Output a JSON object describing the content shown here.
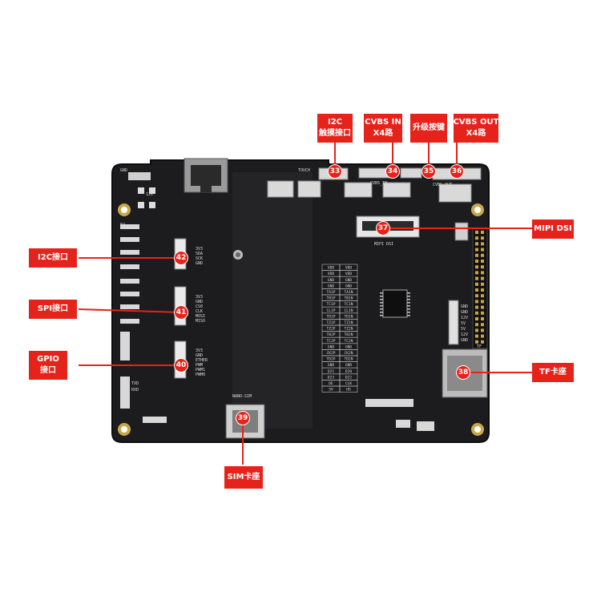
{
  "labels": {
    "i2c_touch": [
      "I2C",
      "触摸接口"
    ],
    "cvbs_in": [
      "CVBS IN",
      "X4路"
    ],
    "upgrade_button": [
      "升级按键"
    ],
    "cvbs_out": [
      "CVBS OUT",
      "X4路"
    ],
    "mipi_dsi": [
      "MIPI DSI"
    ],
    "i2c": [
      "I2C接口"
    ],
    "spi": [
      "SPI接口"
    ],
    "gpio": [
      "GPIO",
      "接口"
    ],
    "tf": [
      "TF卡座"
    ],
    "sim": [
      "SIM卡座"
    ]
  },
  "badges": {
    "b33": "33",
    "b34": "34",
    "b35": "35",
    "b36": "36",
    "b37": "37",
    "b38": "38",
    "b39": "39",
    "b40": "40",
    "b41": "41",
    "b42": "42"
  },
  "silk": {
    "i2c_pins": [
      "3V3",
      "SDA",
      "SCK",
      "GND"
    ],
    "spi_pins": [
      "3V3",
      "GND",
      "CS0",
      "CLK",
      "MOSI",
      "MISO"
    ],
    "gpio_pins": [
      "3V3",
      "GND",
      "ETHER",
      "PWM",
      "PWM1",
      "PWM0"
    ],
    "right_header_pins": [
      "GND",
      "GND",
      "12V",
      "5V",
      "5V",
      "12V",
      "GND"
    ],
    "nano_sim": "NANO-SIM",
    "mipi_dsi": "MIPI DSI",
    "tf": "TF",
    "touch": "TOUCH",
    "cvbs_in": "CVBS_IN",
    "cvbs_out": "CVBS_OUT",
    "mic": "MIC",
    "gnd": "GND",
    "v12": "12V",
    "v5": "5V",
    "txd": "TXD",
    "rxd": "RXD",
    "table_rows": [
      [
        "VDD",
        "VDD"
      ],
      [
        "VDD",
        "VDD"
      ],
      [
        "GND",
        "GND"
      ],
      [
        "GND",
        "GND"
      ],
      [
        "TA1P",
        "TA1N"
      ],
      [
        "TB1P",
        "TB1N"
      ],
      [
        "TC1P",
        "TC1N"
      ],
      [
        "CL1P",
        "CL1N"
      ],
      [
        "TD1P",
        "TD1N"
      ],
      [
        "TZ1P",
        "TZ1N"
      ],
      [
        "TZ2P",
        "TZ2N"
      ],
      [
        "TB2P",
        "TB2N"
      ],
      [
        "TC2P",
        "TC2N"
      ],
      [
        "GND",
        "GND"
      ],
      [
        "CK2P",
        "CK2N"
      ],
      [
        "TD2P",
        "TD2N"
      ],
      [
        "GND",
        "GND"
      ],
      [
        "D21",
        "D20"
      ],
      [
        "D23",
        "D22"
      ],
      [
        "DE",
        "CLK"
      ],
      [
        "5V",
        "HS"
      ]
    ]
  }
}
